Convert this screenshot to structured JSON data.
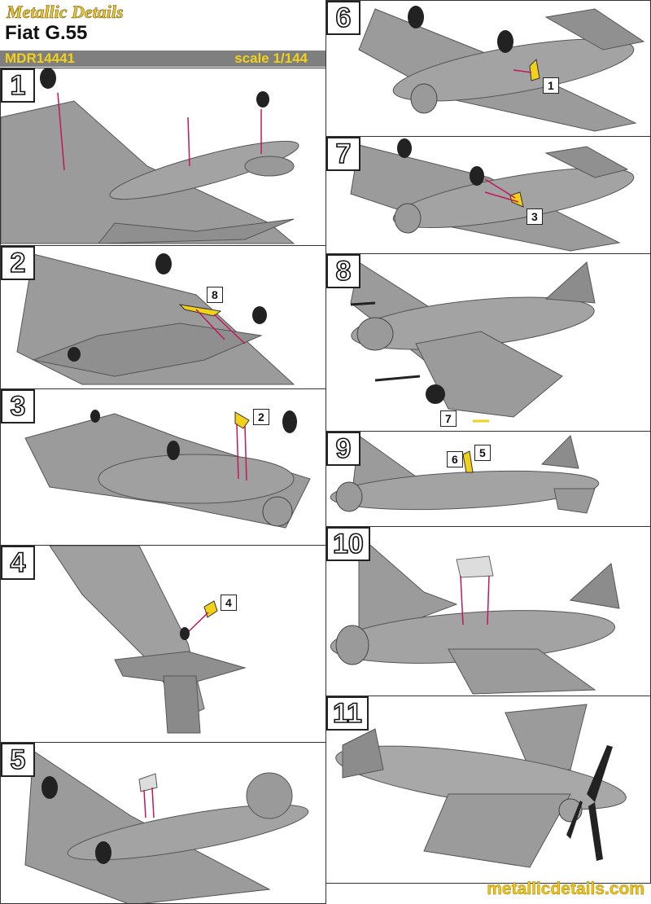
{
  "header": {
    "brand": "Metallic Details",
    "model": "Fiat G.55",
    "code": "MDR14441",
    "scale": "scale 1/144"
  },
  "steps": {
    "s1": "1",
    "s2": "2",
    "s3": "3",
    "s4": "4",
    "s5": "5",
    "s6": "6",
    "s7": "7",
    "s8": "8",
    "s9": "9",
    "s10": "10",
    "s11": "11"
  },
  "callouts": {
    "p2": "8",
    "p3": "2",
    "p4": "4",
    "p6": "1",
    "p7": "3",
    "p8": "7",
    "p9a": "6",
    "p9b": "5"
  },
  "footer": {
    "url": "metallicdetails.com"
  },
  "colors": {
    "accent": "#f2d11a",
    "bar": "#7f7f7f",
    "plane": "#9b9b9b",
    "guide": "#c2185b"
  }
}
